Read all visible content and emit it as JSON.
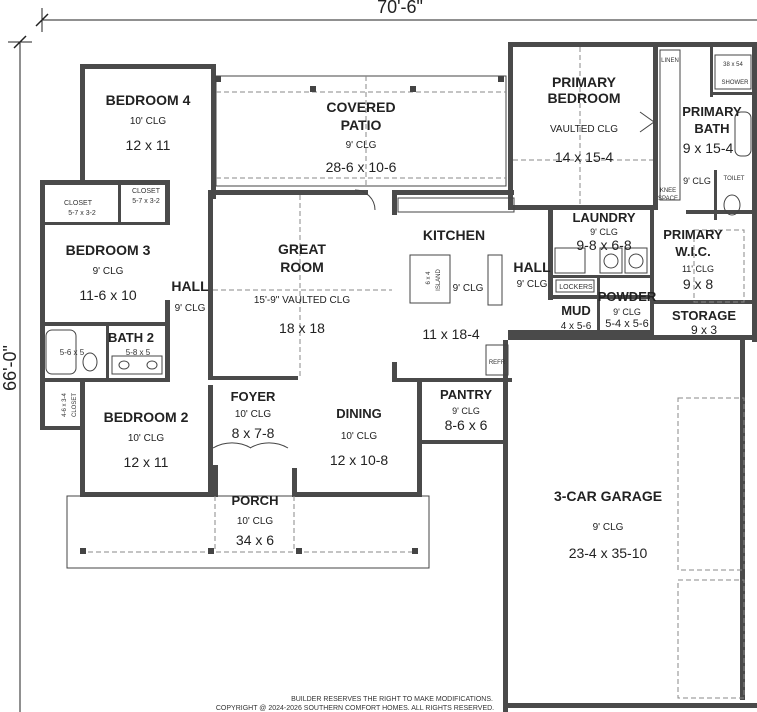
{
  "dims": {
    "width": "70'-6\"",
    "height": "66'-0\""
  },
  "rooms": {
    "bedroom4": {
      "name": "BEDROOM 4",
      "clg": "10' CLG",
      "size": "12 x 11"
    },
    "covered_patio": {
      "name1": "COVERED",
      "name2": "PATIO",
      "clg": "9' CLG",
      "size": "28-6 x 10-6"
    },
    "primary_bedroom": {
      "name1": "PRIMARY",
      "name2": "BEDROOM",
      "clg": "VAULTED CLG",
      "size": "14 x 15-4"
    },
    "primary_bath": {
      "name1": "PRIMARY",
      "name2": "BATH",
      "size": "9 x 15-4",
      "clg": "9' CLG"
    },
    "linen": "LINEN",
    "shower": {
      "size": "38 x 54",
      "label": "SHOWER"
    },
    "toilet": "TOILET",
    "knee_space": {
      "l1": "KNEE",
      "l2": "SPACE"
    },
    "closet_a": {
      "name": "CLOSET",
      "size": "5-7 x 3-2"
    },
    "closet_b": {
      "name": "CLOSET",
      "size": "5-7 x 3-2"
    },
    "bedroom3": {
      "name": "BEDROOM 3",
      "clg": "9' CLG",
      "size": "11-6 x 10"
    },
    "great_room": {
      "name1": "GREAT",
      "name2": "ROOM",
      "clg": "15'-9\" VAULTED CLG",
      "size": "18 x 18"
    },
    "hall_left": {
      "name": "HALL",
      "clg": "9' CLG"
    },
    "kitchen": {
      "name": "KITCHEN",
      "clg": "9' CLG",
      "size": "11 x 18-4",
      "island1": "6 x 4",
      "island2": "ISLAND",
      "refr": "REFR"
    },
    "hall_right": {
      "name": "HALL",
      "clg": "9' CLG"
    },
    "laundry": {
      "name": "LAUNDRY",
      "clg": "9' CLG",
      "size": "9-8 x 6-8"
    },
    "primary_wic": {
      "name1": "PRIMARY",
      "name2": "W.I.C.",
      "clg": "11' CLG",
      "size": "9 x 8"
    },
    "lockers": "LOCKERS",
    "mud": {
      "name": "MUD",
      "size": "4 x 5-6"
    },
    "powder": {
      "name": "POWDER",
      "clg": "9' CLG",
      "size": "5-4 x 5-6"
    },
    "storage": {
      "name": "STORAGE",
      "size": "9 x 3"
    },
    "bath2": {
      "name": "BATH 2",
      "tub": "5-6 x 5",
      "size": "5-8 x 5"
    },
    "closet_c": {
      "l1": "4-6 x 3-4",
      "l2": "CLOSET"
    },
    "bedroom2": {
      "name": "BEDROOM 2",
      "clg": "10' CLG",
      "size": "12 x 11"
    },
    "foyer": {
      "name": "FOYER",
      "clg": "10' CLG",
      "size": "8 x 7-8"
    },
    "dining": {
      "name": "DINING",
      "clg": "10' CLG",
      "size": "12 x 10-8"
    },
    "pantry": {
      "name": "PANTRY",
      "clg": "9' CLG",
      "size": "8-6 x 6"
    },
    "garage": {
      "name": "3-CAR GARAGE",
      "clg": "9' CLG",
      "size": "23-4 x 35-10"
    },
    "porch": {
      "name": "PORCH",
      "clg": "10' CLG",
      "size": "34 x 6"
    }
  },
  "footer": {
    "line1": "BUILDER RESERVES THE RIGHT TO MAKE MODIFICATIONS.",
    "line2": "COPYRIGHT @ 2024-2026 SOUTHERN COMFORT HOMES. ALL RIGHTS RESERVED."
  }
}
